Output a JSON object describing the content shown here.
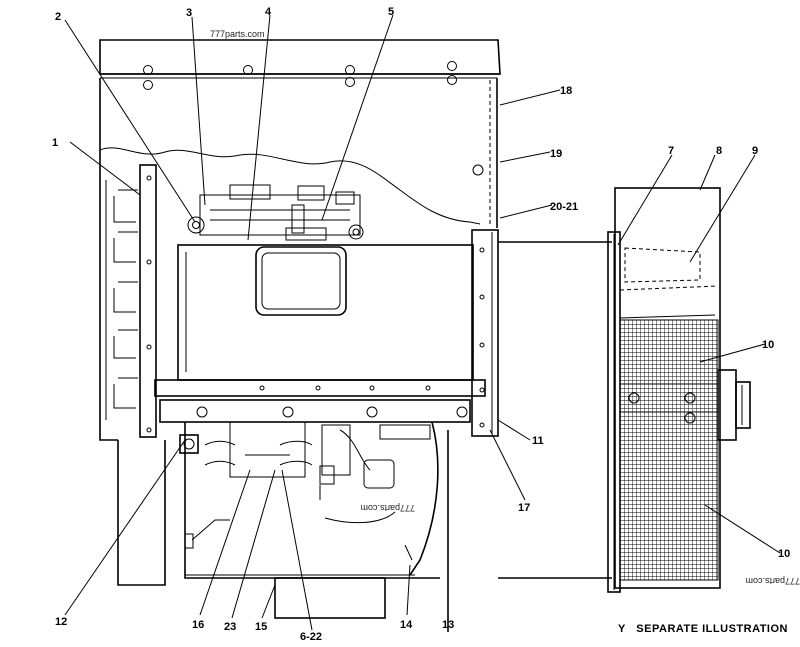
{
  "watermarks": {
    "top": "777parts.com",
    "middle": "777parts.com",
    "right": "777parts.com"
  },
  "caption": "Y   SEPARATE ILLUSTRATION",
  "callouts": {
    "c1": "1",
    "c2": "2",
    "c3": "3",
    "c4": "4",
    "c5": "5",
    "c6_22": "6-22",
    "c7": "7",
    "c8": "8",
    "c9": "9",
    "c10a": "10",
    "c10b": "10",
    "c11": "11",
    "c12": "12",
    "c13": "13",
    "c14": "14",
    "c15": "15",
    "c16": "16",
    "c17": "17",
    "c18": "18",
    "c19": "19",
    "c20_21": "20-21",
    "c23": "23"
  }
}
